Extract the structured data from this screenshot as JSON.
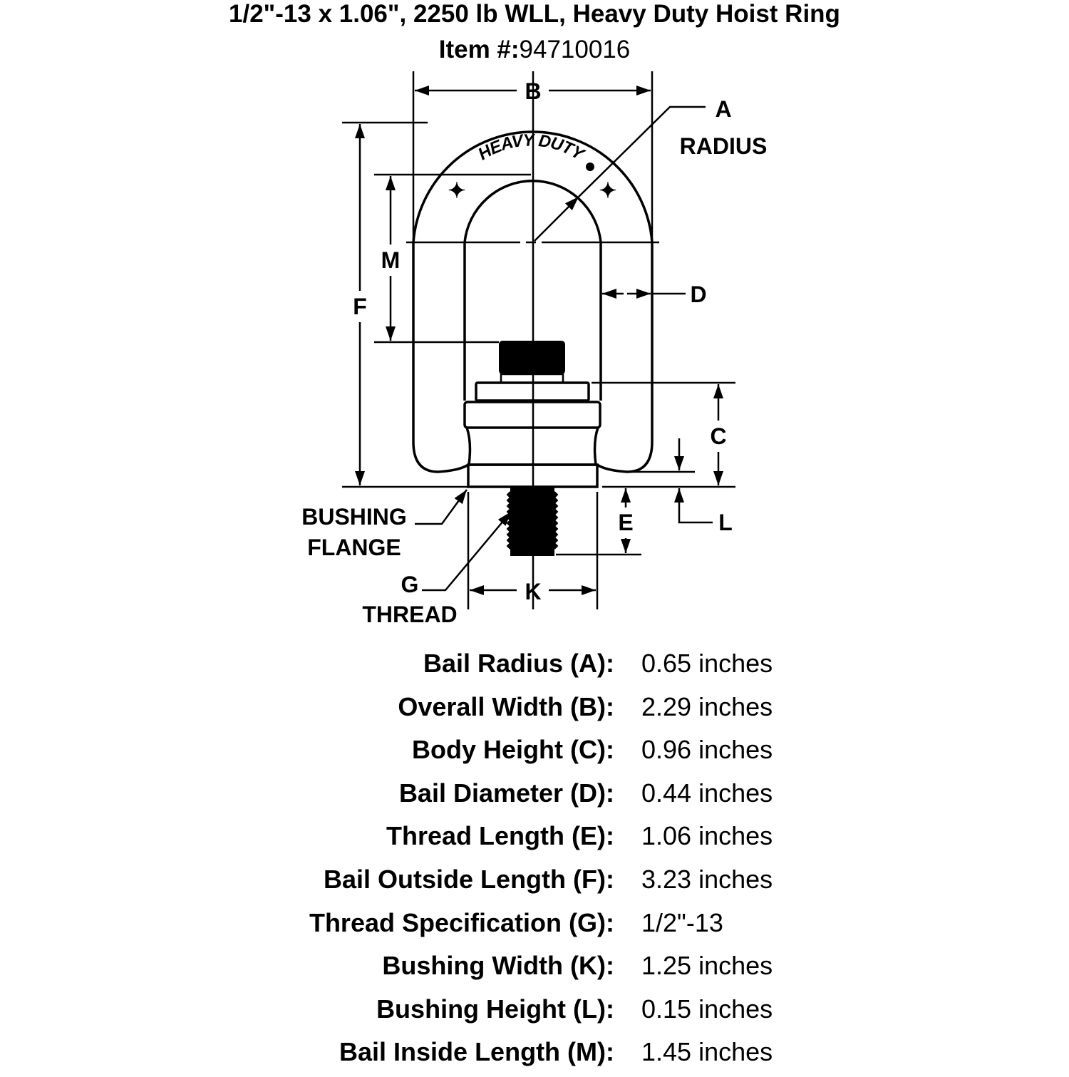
{
  "header": {
    "title": "1/2\"-13 x 1.06\", 2250 lb WLL, Heavy Duty Hoist Ring",
    "item_label": "Item #:",
    "item_number": "94710016"
  },
  "drawing": {
    "logo_text": "HEAVY DUTY",
    "labels": {
      "A": "A",
      "radius": "RADIUS",
      "B": "B",
      "C": "C",
      "D": "D",
      "E": "E",
      "F": "F",
      "G": "G",
      "thread": "THREAD",
      "K": "K",
      "L": "L",
      "M": "M",
      "bushing": "BUSHING",
      "flange": "FLANGE"
    }
  },
  "specs": [
    {
      "label": "Bail Radius (A):",
      "value": "0.65 inches"
    },
    {
      "label": "Overall Width (B):",
      "value": "2.29 inches"
    },
    {
      "label": "Body Height (C):",
      "value": "0.96 inches"
    },
    {
      "label": "Bail Diameter (D):",
      "value": "0.44 inches"
    },
    {
      "label": "Thread Length (E):",
      "value": "1.06 inches"
    },
    {
      "label": "Bail Outside Length (F):",
      "value": "3.23 inches"
    },
    {
      "label": "Thread Specification (G):",
      "value": "1/2\"-13"
    },
    {
      "label": "Bushing Width (K):",
      "value": "1.25 inches"
    },
    {
      "label": "Bushing Height (L):",
      "value": "0.15 inches"
    },
    {
      "label": "Bail Inside Length (M):",
      "value": "1.45 inches"
    }
  ]
}
